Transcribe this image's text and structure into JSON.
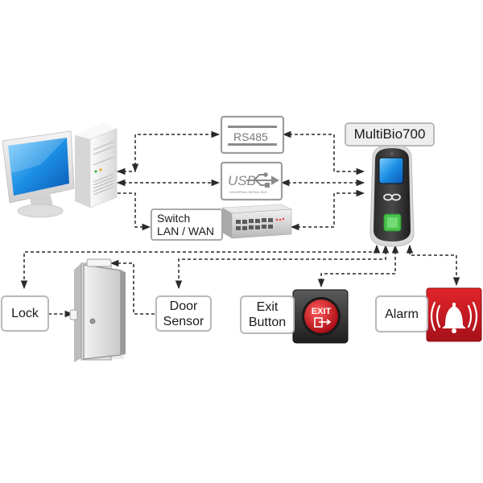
{
  "device": {
    "title": "MultiBio700"
  },
  "interfaces": {
    "rs485": "RS485",
    "usb": "USB",
    "usb_sub": "UNIVERSAL SERIAL BUS",
    "switch": "Switch\nLAN / WAN"
  },
  "peripherals": {
    "lock": "Lock",
    "door_sensor": "Door\nSensor",
    "exit_button": "Exit\nButton",
    "exit_sign": "EXIT",
    "alarm": "Alarm"
  },
  "colors": {
    "line": "#2a2a2a",
    "box_border": "#b9b9b9",
    "alarm_red": "#c4161c",
    "exit_red": "#d0121b",
    "screen_blue": "#1f8fe6"
  },
  "icons": {
    "computer": "desktop-computer-icon",
    "usb": "usb-trident-icon",
    "fingerprint": "fingerprint-sensor-icon",
    "exit": "exit-door-arrow-icon",
    "alarm": "alarm-bell-icon",
    "door": "door-icon"
  }
}
